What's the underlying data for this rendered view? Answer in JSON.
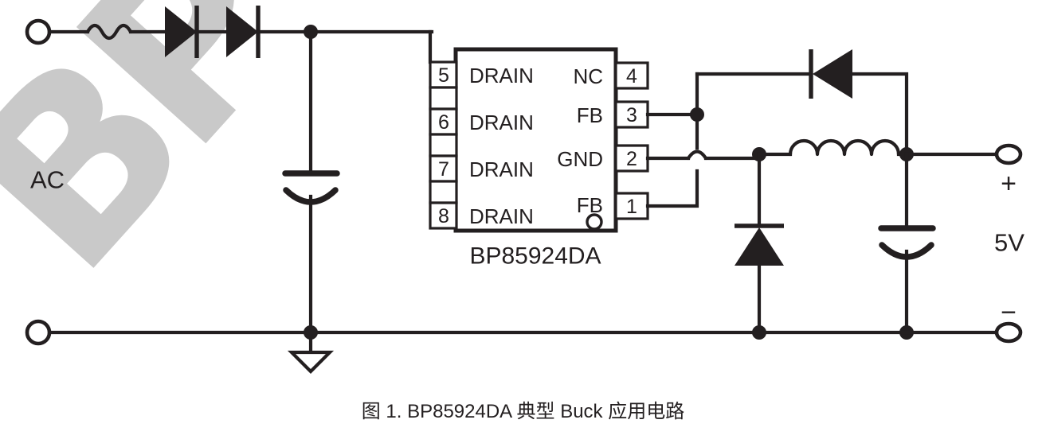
{
  "figure": {
    "caption": "图 1. BP85924DA 典型 Buck 应用电路",
    "part_label": "BP85924DA",
    "watermark_text": "BP"
  },
  "colors": {
    "line": "#231f20",
    "background": "#ffffff",
    "watermark": "#c9c9c9"
  },
  "labels": {
    "ac_input": "AC",
    "output_voltage": "5V",
    "positive_sign": "+",
    "negative_sign": "−"
  },
  "ic": {
    "name": "BP85924DA",
    "left_pins": [
      {
        "number": "5",
        "name": "DRAIN"
      },
      {
        "number": "6",
        "name": "DRAIN"
      },
      {
        "number": "7",
        "name": "DRAIN"
      },
      {
        "number": "8",
        "name": "DRAIN"
      }
    ],
    "right_pins": [
      {
        "number": "4",
        "name": "NC"
      },
      {
        "number": "3",
        "name": "FB"
      },
      {
        "number": "2",
        "name": "GND"
      },
      {
        "number": "1",
        "name": "FB"
      }
    ]
  },
  "components": [
    {
      "ref": "fuse-inductor",
      "type": "fusible-resistor",
      "label": ""
    },
    {
      "ref": "rectifier-diode-1",
      "type": "diode",
      "label": ""
    },
    {
      "ref": "rectifier-diode-2",
      "type": "diode",
      "label": ""
    },
    {
      "ref": "input-capacitor",
      "type": "electrolytic-capacitor",
      "label": ""
    },
    {
      "ref": "feedback-diode",
      "type": "diode",
      "label": ""
    },
    {
      "ref": "output-inductor",
      "type": "inductor",
      "label": ""
    },
    {
      "ref": "freewheeling-diode",
      "type": "diode",
      "label": ""
    },
    {
      "ref": "output-capacitor",
      "type": "electrolytic-capacitor",
      "label": ""
    },
    {
      "ref": "ground",
      "type": "ground-symbol",
      "label": ""
    }
  ]
}
